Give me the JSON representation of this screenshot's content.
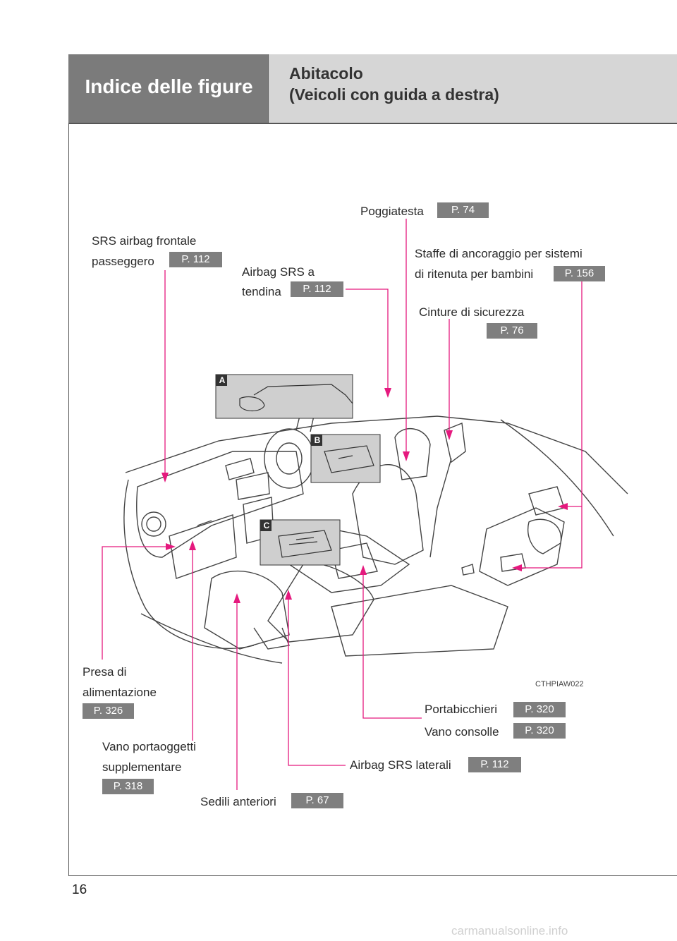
{
  "header": {
    "section_title": "Indice delle figure",
    "subtitle_line1": "Abitacolo",
    "subtitle_line2": "(Veicoli con guida a destra)"
  },
  "labels": {
    "srs_front_l1": "SRS airbag frontale",
    "srs_front_l2": "passeggero",
    "srs_front_page": "P. 112",
    "curtain_l1": "Airbag SRS a",
    "curtain_l2": "tendina",
    "curtain_page": "P. 112",
    "headrest": "Poggiatesta",
    "headrest_page": "P. 74",
    "anchor_l1": "Staffe di ancoraggio per sistemi",
    "anchor_l2": "di ritenuta per bambini",
    "anchor_page": "P. 156",
    "belts": "Cinture di sicurezza",
    "belts_page": "P. 76",
    "power_l1": "Presa di",
    "power_l2": "alimentazione",
    "power_page": "P. 326",
    "cup": "Portabicchieri",
    "cup_page": "P. 320",
    "console": "Vano consolle",
    "console_page": "P. 320",
    "glove_l1": "Vano portaoggetti",
    "glove_l2": "supplementare",
    "glove_page": "P. 318",
    "side_airbag": "Airbag SRS laterali",
    "side_airbag_page": "P. 112",
    "seats": "Sedili anteriori",
    "seats_page": "P. 67"
  },
  "insets": {
    "a": "A",
    "b": "B",
    "c": "C"
  },
  "image_code": "CTHPIAW022",
  "page_number": "16",
  "watermark": "carmanualsonline.info",
  "colors": {
    "leader": "#e5197e",
    "badge": "#7f7f7f",
    "header_dark": "#7b7b7b",
    "header_light": "#d6d6d6"
  }
}
